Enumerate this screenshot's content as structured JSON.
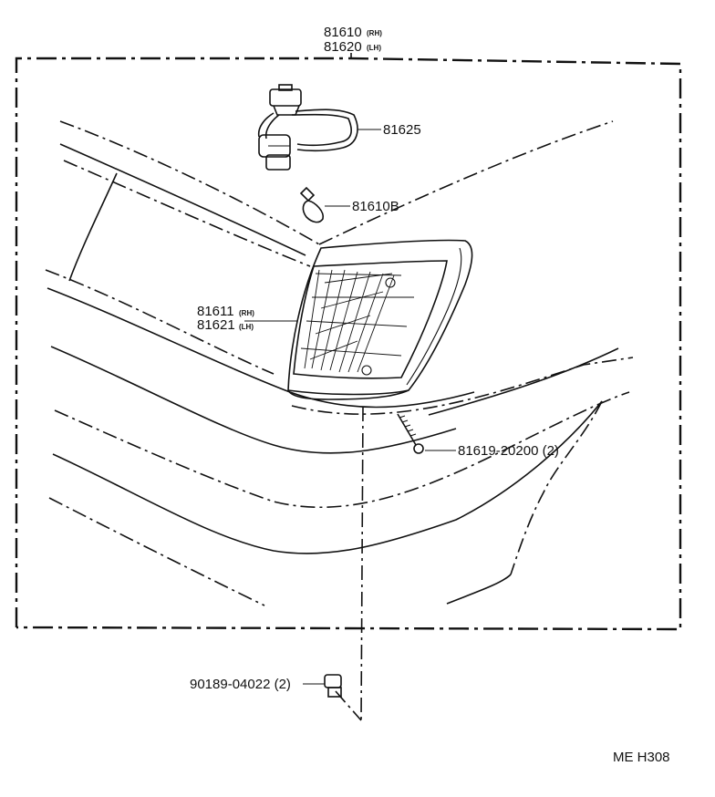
{
  "assembly": {
    "part_rh": "81610",
    "suffix_rh": "(RH)",
    "part_lh": "81620",
    "suffix_lh": "(LH)"
  },
  "callouts": {
    "socket": "81625",
    "bulb": "81610B",
    "lens_rh": "81611",
    "lens_rh_suffix": "(RH)",
    "lens_lh": "81621",
    "lens_lh_suffix": "(LH)",
    "screw": "81619-20200 (2)",
    "clip": "90189-04022 (2)"
  },
  "diagram_code": "ME H308"
}
